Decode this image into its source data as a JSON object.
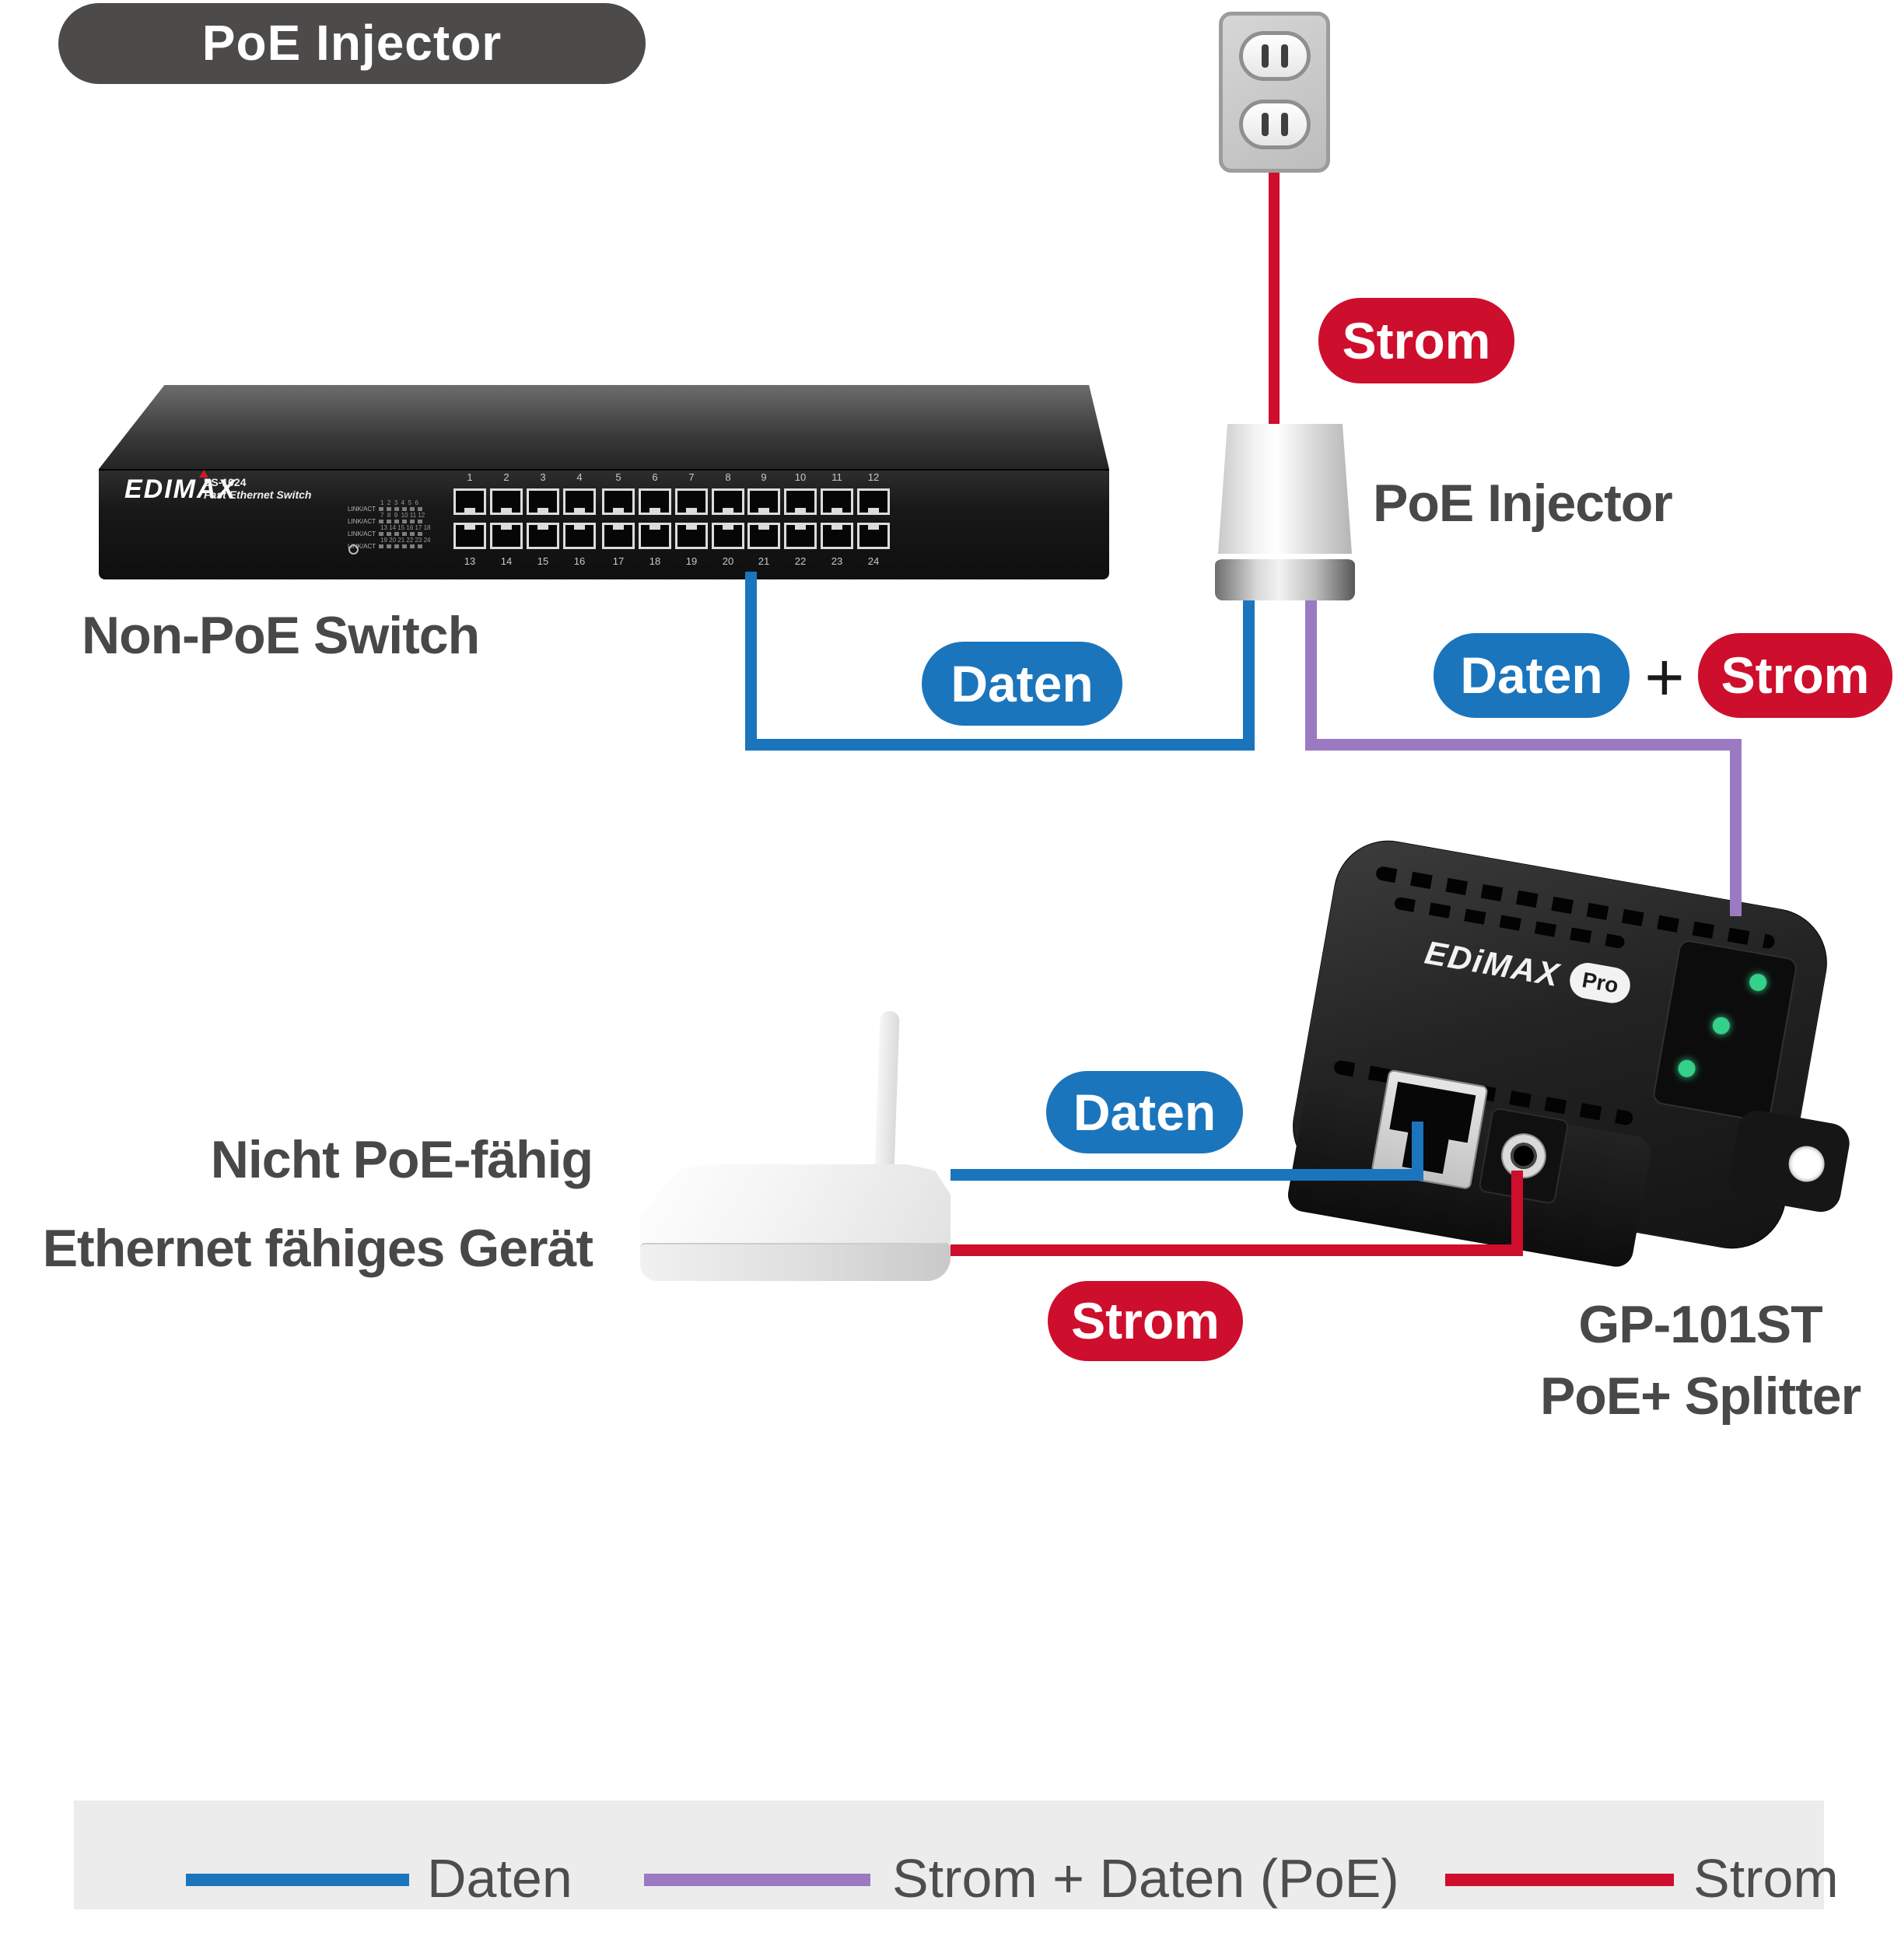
{
  "title_badge": {
    "label": "PoE Injector"
  },
  "outlet": {
    "name": "power-outlet"
  },
  "power_line_label": "Strom",
  "injector": {
    "label": "PoE Injector"
  },
  "switch_device": {
    "label": "Non-PoE Switch",
    "brand": "EDIMAX",
    "model": "ES-1024",
    "model_sub": "Fast Ethernet Switch",
    "port_numbers_top": [
      "1",
      "2",
      "3",
      "4",
      "5",
      "6",
      "7",
      "8",
      "9",
      "10",
      "11",
      "12"
    ],
    "port_numbers_bottom": [
      "13",
      "14",
      "15",
      "16",
      "17",
      "18",
      "19",
      "20",
      "21",
      "22",
      "23",
      "24"
    ],
    "led_lines": [
      "1  2  3  4  5  6",
      "LINK/ACT",
      "7  8  9  10 11 12",
      "LINK/ACT",
      "13 14 15 16 17 18",
      "LINK/ACT",
      "19 20 21 22 23 24",
      "LINK/ACT"
    ]
  },
  "connections": {
    "daten_switch": "Daten",
    "daten_out": "Daten",
    "plus": "+",
    "strom_out": "Strom",
    "daten_device": "Daten",
    "strom_device": "Strom"
  },
  "left_device_label": {
    "line1": "Nicht PoE-fähig",
    "line2": "Ethernet fähiges Gerät"
  },
  "splitter": {
    "brand": "EDiMAX",
    "brand_badge": "Pro",
    "label_line1": "GP-101ST",
    "label_line2": "PoE+ Splitter"
  },
  "legend": {
    "items": [
      {
        "label": "Daten",
        "color": "#1b75bc"
      },
      {
        "label": "Strom + Daten (PoE)",
        "color": "#9b7ac1"
      },
      {
        "label": "Strom",
        "color": "#ce0e2d"
      }
    ]
  },
  "colors": {
    "data_blue": "#1b75bc",
    "power_red": "#ce0e2d",
    "poe_purple": "#9b7ac1",
    "label_gray": "#4a4747"
  }
}
